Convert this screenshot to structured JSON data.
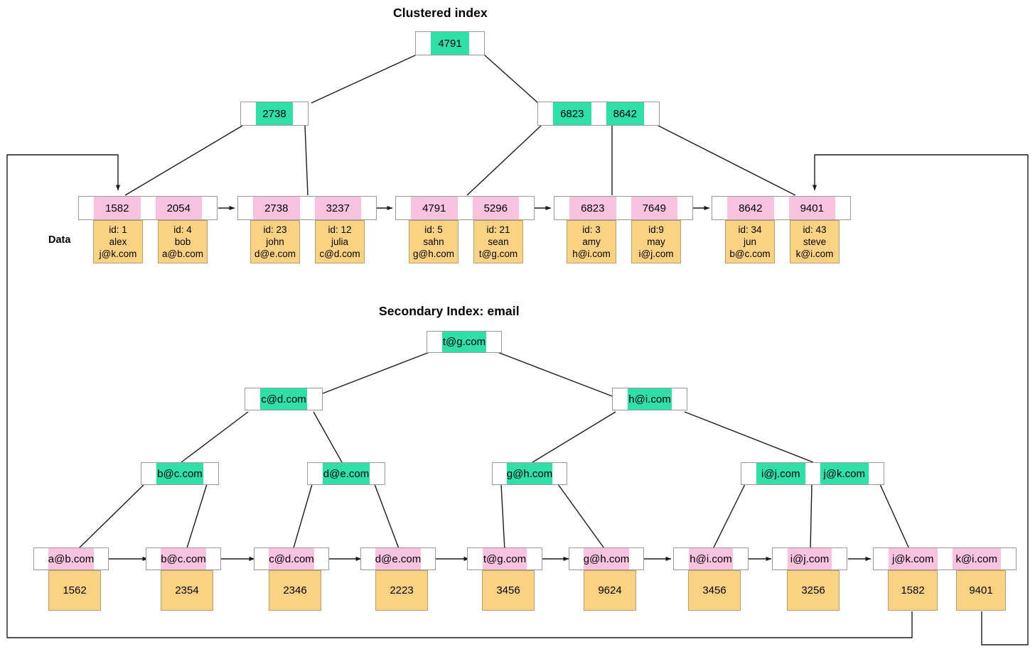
{
  "titles": {
    "clustered": "Clustered index",
    "secondary": "Secondary Index: email",
    "data_label": "Data"
  },
  "colors": {
    "internal_key": "#2fdfa8",
    "leaf_key": "#f9c3e0",
    "payload": "#fbd284",
    "node_border": "#9a9a9a",
    "payload_border": "#b9a06a",
    "connector": "#1a1a1a",
    "background": "#ffffff"
  },
  "clustered_index": {
    "root": {
      "keys": [
        "4791"
      ]
    },
    "level2": [
      {
        "keys": [
          "2738"
        ]
      },
      {
        "keys": [
          "6823",
          "8642"
        ]
      }
    ],
    "leaves": [
      {
        "keys": [
          "1582",
          "2054"
        ],
        "records": [
          {
            "id": "id: 1",
            "name": "alex",
            "email": "j@k.com"
          },
          {
            "id": "id: 4",
            "name": "bob",
            "email": "a@b.com"
          }
        ]
      },
      {
        "keys": [
          "2738",
          "3237"
        ],
        "records": [
          {
            "id": "id: 23",
            "name": "john",
            "email": "d@e.com"
          },
          {
            "id": "id: 12",
            "name": "julia",
            "email": "c@d.com"
          }
        ]
      },
      {
        "keys": [
          "4791",
          "5296"
        ],
        "records": [
          {
            "id": "id: 5",
            "name": "sahn",
            "email": "g@h.com"
          },
          {
            "id": "id: 21",
            "name": "sean",
            "email": "t@g.com"
          }
        ]
      },
      {
        "keys": [
          "6823",
          "7649"
        ],
        "records": [
          {
            "id": "id: 3",
            "name": "amy",
            "email": "h@i.com"
          },
          {
            "id": "id:9",
            "name": "may",
            "email": "i@j.com"
          }
        ]
      },
      {
        "keys": [
          "8642",
          "9401"
        ],
        "records": [
          {
            "id": "id: 34",
            "name": "jun",
            "email": "b@c.com"
          },
          {
            "id": "id: 43",
            "name": "steve",
            "email": "k@i.com"
          }
        ]
      }
    ]
  },
  "secondary_index": {
    "root": {
      "keys": [
        "t@g.com"
      ]
    },
    "level2": [
      {
        "keys": [
          "c@d.com"
        ]
      },
      {
        "keys": [
          "h@i.com"
        ]
      }
    ],
    "level3": [
      {
        "keys": [
          "b@c.com"
        ]
      },
      {
        "keys": [
          "d@e.com"
        ]
      },
      {
        "keys": [
          "g@h.com"
        ]
      },
      {
        "keys": [
          "i@j.com",
          "j@k.com"
        ]
      }
    ],
    "leaves": [
      {
        "keys": [
          "a@b.com"
        ],
        "pointers": [
          "1562"
        ]
      },
      {
        "keys": [
          "b@c.com"
        ],
        "pointers": [
          "2354"
        ]
      },
      {
        "keys": [
          "c@d.com"
        ],
        "pointers": [
          "2346"
        ]
      },
      {
        "keys": [
          "d@e.com"
        ],
        "pointers": [
          "2223"
        ]
      },
      {
        "keys": [
          "t@g.com"
        ],
        "pointers": [
          "3456"
        ]
      },
      {
        "keys": [
          "g@h.com"
        ],
        "pointers": [
          "9624"
        ]
      },
      {
        "keys": [
          "h@i.com"
        ],
        "pointers": [
          "3456"
        ]
      },
      {
        "keys": [
          "i@j.com"
        ],
        "pointers": [
          "3256"
        ]
      },
      {
        "keys": [
          "j@k.com",
          "k@i.com"
        ],
        "pointers": [
          "1582",
          "9401"
        ]
      }
    ]
  }
}
